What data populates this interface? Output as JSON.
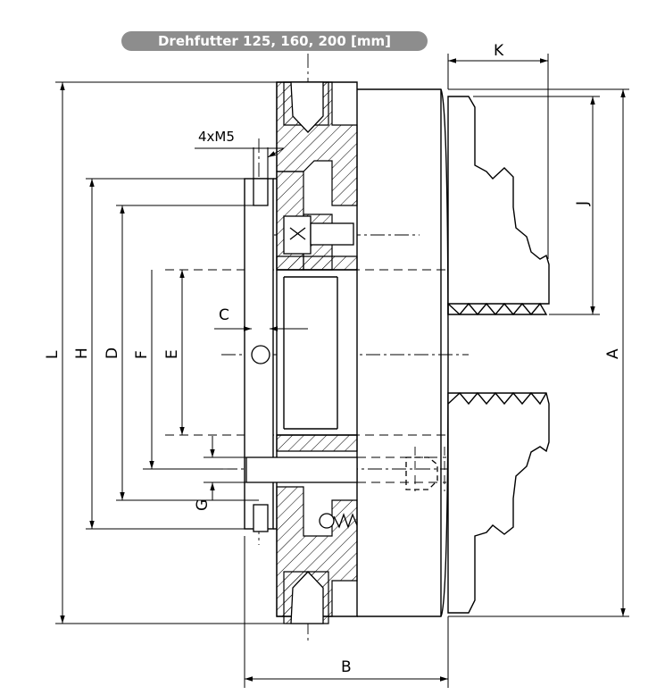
{
  "title": "Drehfutter 125, 160, 200 [mm]",
  "labels": {
    "K": "K",
    "J": "J",
    "A": "A",
    "B": "B",
    "L": "L",
    "H": "H",
    "D": "D",
    "F": "F",
    "E": "E",
    "C": "C",
    "G": "G",
    "thread": "4xM5"
  },
  "colors": {
    "line": "#000000",
    "pill": "#8d8d8d",
    "pill_text": "#ffffff"
  }
}
